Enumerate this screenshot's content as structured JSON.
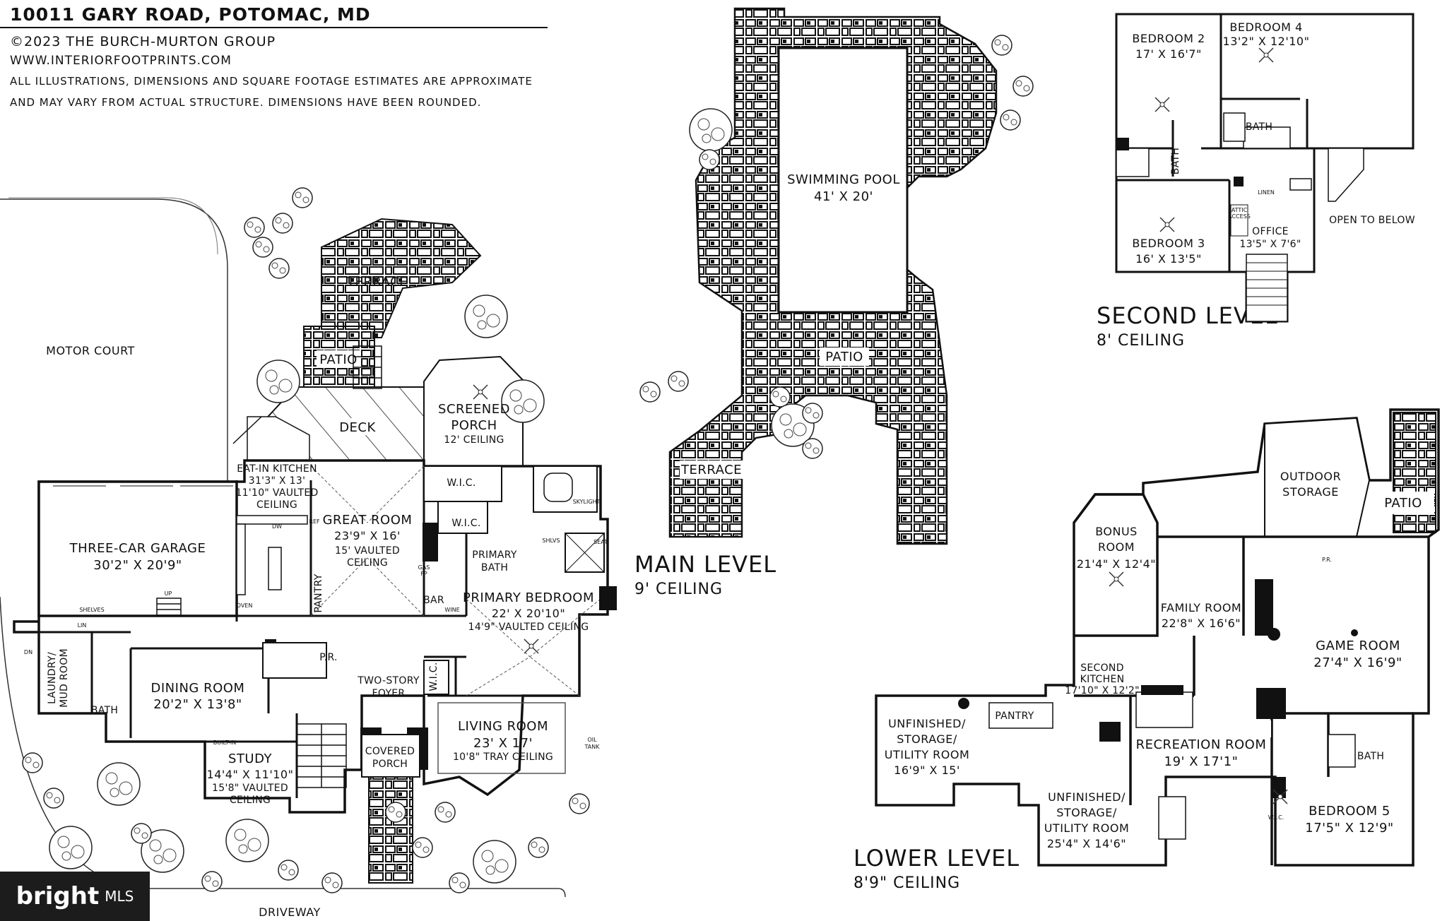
{
  "header": {
    "address": "10011 GARY ROAD, POTOMAC, MD",
    "copyright": "©2023 THE BURCH-MURTON GROUP",
    "website": "WWW.INTERIORFOOTPRINTS.COM",
    "disclaimer_1": "ALL ILLUSTRATIONS, DIMENSIONS AND SQUARE FOOTAGE ESTIMATES ARE APPROXIMATE",
    "disclaimer_2": "AND MAY VARY FROM ACTUAL STRUCTURE. DIMENSIONS HAVE BEEN ROUNDED."
  },
  "levels": {
    "main": {
      "name": "MAIN LEVEL",
      "ceiling": "9' CEILING"
    },
    "second": {
      "name": "SECOND LEVEL",
      "ceiling": "8' CEILING"
    },
    "lower": {
      "name": "LOWER LEVEL",
      "ceiling": "8'9\" CEILING"
    }
  },
  "main_rooms": {
    "motor_court": "MOTOR COURT",
    "terrace_top": "TERRACE",
    "patio_small": "PATIO",
    "deck": "DECK",
    "screened_porch": {
      "name1": "SCREENED",
      "name2": "PORCH",
      "dim": "12' CEILING"
    },
    "eat_in_kitchen": {
      "name": "EAT-IN KITCHEN",
      "dim": "31'3\" X 13'",
      "note1": "11'10\" VAULTED",
      "note2": "CEILING"
    },
    "great_room": {
      "name": "GREAT ROOM",
      "dim": "23'9\" X 16'",
      "note1": "15' VAULTED",
      "note2": "CEILING"
    },
    "garage": {
      "name": "THREE-CAR GARAGE",
      "dim": "30'2\" X 20'9\""
    },
    "wic1": "W.I.C.",
    "wic2": "W.I.C.",
    "wic3": "W.I.C.",
    "primary_bath": {
      "name1": "PRIMARY",
      "name2": "BATH"
    },
    "bar": "BAR",
    "pantry": "PANTRY",
    "primary_bedroom": {
      "name": "PRIMARY BEDROOM",
      "dim": "22' X 20'10\"",
      "note": "14'9\" VAULTED CEILING"
    },
    "pr": "P.R.",
    "dining_room": {
      "name": "DINING ROOM",
      "dim": "20'2\" X 13'8\""
    },
    "laundry": {
      "name1": "LAUNDRY/",
      "name2": "MUD ROOM"
    },
    "bath": "BATH",
    "two_story_foyer": {
      "name1": "TWO-STORY",
      "name2": "FOYER"
    },
    "living_room": {
      "name": "LIVING ROOM",
      "dim": "23' X 17'",
      "note": "10'8\" TRAY CEILING"
    },
    "study": {
      "name": "STUDY",
      "dim": "14'4\" X 11'10\"",
      "note1": "15'8\" VAULTED",
      "note2": "CEILING"
    },
    "covered_porch": {
      "name1": "COVERED",
      "name2": "PORCH"
    },
    "driveway": "DRIVEWAY",
    "swimming_pool": {
      "name": "SWIMMING POOL",
      "dim": "41' X 20'"
    },
    "patio_pool": "PATIO",
    "terrace_pool": "TERRACE",
    "oil_tank": {
      "l1": "OIL",
      "l2": "TANK"
    },
    "built_in": "BUILT-IN",
    "shelves": "SHELVES",
    "skylight": "SKYLIGHT",
    "up": "UP",
    "dn": "DN",
    "gas_fp": {
      "l1": "GAS",
      "l2": "FP"
    },
    "fp": "FP",
    "seat": "SEAT",
    "shlvs": "SHLVS",
    "wine": "WINE",
    "ref": "REF",
    "dw": "DW",
    "oven": "OVEN",
    "lin": "LIN"
  },
  "second_rooms": {
    "bedroom2": {
      "name": "BEDROOM 2",
      "dim": "17' X 16'7\""
    },
    "bedroom4": {
      "name": "BEDROOM 4",
      "dim": "13'2\" X 12'10\""
    },
    "bath_a": "BATH",
    "bath_b": "BATH",
    "bedroom3": {
      "name": "BEDROOM 3",
      "dim": "16' X 13'5\""
    },
    "linen": "LINEN",
    "office": {
      "name": "OFFICE",
      "dim": "13'5\" X 7'6\""
    },
    "attic": {
      "l1": "ATTIC",
      "l2": "ACCESS"
    },
    "open_below": "OPEN TO BELOW"
  },
  "lower_rooms": {
    "outdoor_storage": {
      "name1": "OUTDOOR",
      "name2": "STORAGE"
    },
    "patio": "PATIO",
    "bonus_room": {
      "name1": "BONUS",
      "name2": "ROOM",
      "dim": "21'4\" X 12'4\""
    },
    "family_room": {
      "name": "FAMILY ROOM",
      "dim": "22'8\" X 16'6\""
    },
    "game_room": {
      "name": "GAME ROOM",
      "dim": "27'4\" X 16'9\""
    },
    "second_kitchen": {
      "name1": "SECOND",
      "name2": "KITCHEN",
      "dim": "17'10\" X 12'2\""
    },
    "unfinished_left": {
      "l1": "UNFINISHED/",
      "l2": "STORAGE/",
      "l3": "UTILITY ROOM",
      "dim": "16'9\" X 15'"
    },
    "pantry": "PANTRY",
    "recreation_room": {
      "name": "RECREATION ROOM",
      "dim": "19' X 17'1\""
    },
    "unfinished_center": {
      "l1": "UNFINISHED/",
      "l2": "STORAGE/",
      "l3": "UTILITY ROOM",
      "dim": "25'4\" X 14'6\""
    },
    "bath": "BATH",
    "bedroom5": {
      "name": "BEDROOM 5",
      "dim": "17'5\" X 12'9\""
    },
    "pr": "P.R.",
    "wic": "W.I.C."
  },
  "badge": {
    "brand": "bright",
    "suffix": "MLS"
  }
}
